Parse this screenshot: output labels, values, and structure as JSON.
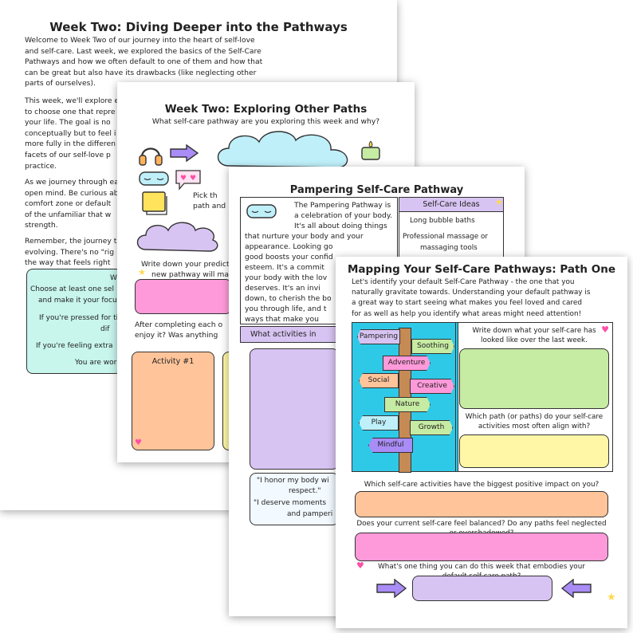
{
  "colors": {
    "mint": "#C8F5EC",
    "lavender": "#D8C4F2",
    "pink": "#FF9ADA",
    "green": "#C6EBA2",
    "peach": "#FFC49A",
    "yellow": "#FFF7A6",
    "blue": "#2FC9E8",
    "purple": "#A98CF6",
    "cyan": "#BFF0FA"
  },
  "page1": {
    "title": "Week Two: Diving Deeper into the Pathways",
    "para1": [
      "Welcome to Week Two of our journey into the heart of self-love",
      "and self-care. Last week, we explored the basics of the Self-Care",
      "Pathways and how we often default to one of them and how that",
      "can be great but also have its drawbacks (like neglecting other",
      "parts of ourselves)."
    ],
    "para2": [
      "This week, we'll explore e",
      "to choose one that repre",
      "your life. The goal is no",
      "conceptually but to feel i",
      "more fully in the differen",
      "facets of our self-love p",
      "practice."
    ],
    "para3": [
      "As we journey through ea",
      "open mind. Be curious ab",
      "comfort zone or default",
      "of the unfamiliar that w",
      "strength."
    ],
    "para4": [
      "Remember, the journey t",
      "evolving. There's no \"rig",
      "the way that feels right"
    ],
    "box_lines": [
      "We",
      "Choose at least one sel",
      "and make it your focu",
      "If you're pressed for ti",
      "dif",
      "If you're feeling extra",
      "You are wor"
    ]
  },
  "page2": {
    "title": "Week Two: Exploring Other Paths",
    "subtitle": "What self-care pathway are you exploring this week and why?",
    "pick_lines": [
      "Pick th",
      "path and"
    ],
    "write_lines": [
      "Write down your predict",
      "new pathway will mak"
    ],
    "after_lines": [
      "After completing each o",
      "enjoy it? Was anything"
    ],
    "activity": "Activity #1"
  },
  "page3": {
    "title": "Pampering Self-Care Pathway",
    "intro": [
      "The Pampering Pathway is",
      "a celebration of your body.",
      "It's all about doing things",
      "that nurture your body and your",
      "appearance. Looking go",
      "good boosts your confid",
      "esteem. It's a commit",
      "your body with the lov",
      "deserves. It's an invi",
      "down, to cherish the bo",
      "you through life, and t",
      "ways that make you"
    ],
    "ideas_title": "Self-Care Ideas",
    "ideas": [
      "Long bubble baths",
      "Professional massage or",
      "massaging tools"
    ],
    "activities_header": "What activities in",
    "quote1": [
      "\"I honor my body wi",
      "respect.\""
    ],
    "quote2": [
      "\"I deserve moments",
      "and pamperi"
    ]
  },
  "page4": {
    "title": "Mapping Your Self-Care Pathways: Path One",
    "intro": [
      "Let's identify your default Self-Care Pathway - the one that you",
      "naturally gravitate towards. Understanding your default pathway is",
      "a great way to start seeing what makes you feel loved and cared",
      "for as well as help you identify what areas might need attention!"
    ],
    "signs": [
      "Pampering",
      "Soothing",
      "Adventure",
      "Social",
      "Creative",
      "Nature",
      "Play",
      "Growth",
      "Mindful"
    ],
    "q1": [
      "Write down what your self-care has",
      "looked like over the last week."
    ],
    "q2": [
      "Which path (or paths) do your self-care",
      "activities most often align with?"
    ],
    "q3": "Which self-care activities have the biggest positive impact on you?",
    "q4": [
      "Does your current self-care feel balanced? Do any paths feel neglected",
      "or overshadowed?"
    ],
    "q5": [
      "What's one thing you can do this week that embodies your",
      "default self-care path?"
    ]
  }
}
